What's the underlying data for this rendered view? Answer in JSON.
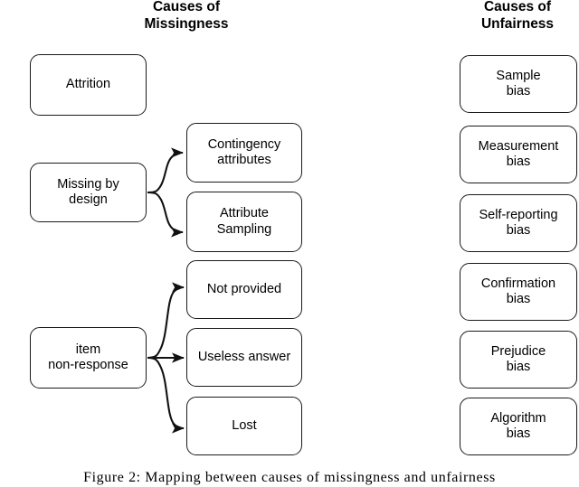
{
  "figure": {
    "columns": [
      {
        "id": "missingness",
        "title": "Causes of\nMissingness"
      },
      {
        "id": "unfairness",
        "title": "Causes of\nUnfairness"
      }
    ],
    "nodes": {
      "attrition": "Attrition",
      "missing_by_design": "Missing by\ndesign",
      "contingency_attributes": "Contingency\nattributes",
      "attribute_sampling": "Attribute\nSampling",
      "item_non_response": "item\nnon-response",
      "not_provided": "Not provided",
      "useless_answer": "Useless answer",
      "lost": "Lost",
      "sample_bias": "Sample\nbias",
      "measurement_bias": "Measurement\nbias",
      "self_reporting_bias": "Self-reporting\nbias",
      "confirmation_bias": "Confirmation\nbias",
      "prejudice_bias": "Prejudice\nbias",
      "algorithm_bias": "Algorithm\nbias"
    },
    "edges": [
      {
        "from": "missing_by_design",
        "to": "contingency_attributes",
        "style": "curved-up"
      },
      {
        "from": "missing_by_design",
        "to": "attribute_sampling",
        "style": "curved-down"
      },
      {
        "from": "item_non_response",
        "to": "not_provided",
        "style": "curved-up"
      },
      {
        "from": "item_non_response",
        "to": "useless_answer",
        "style": "straight"
      },
      {
        "from": "item_non_response",
        "to": "lost",
        "style": "curved-down"
      }
    ],
    "caption": "Figure 2:    Mapping between causes of missingness and unfairness",
    "colors": {
      "background": "#ffffff",
      "stroke": "#1a1a1a",
      "text": "#000000"
    }
  }
}
